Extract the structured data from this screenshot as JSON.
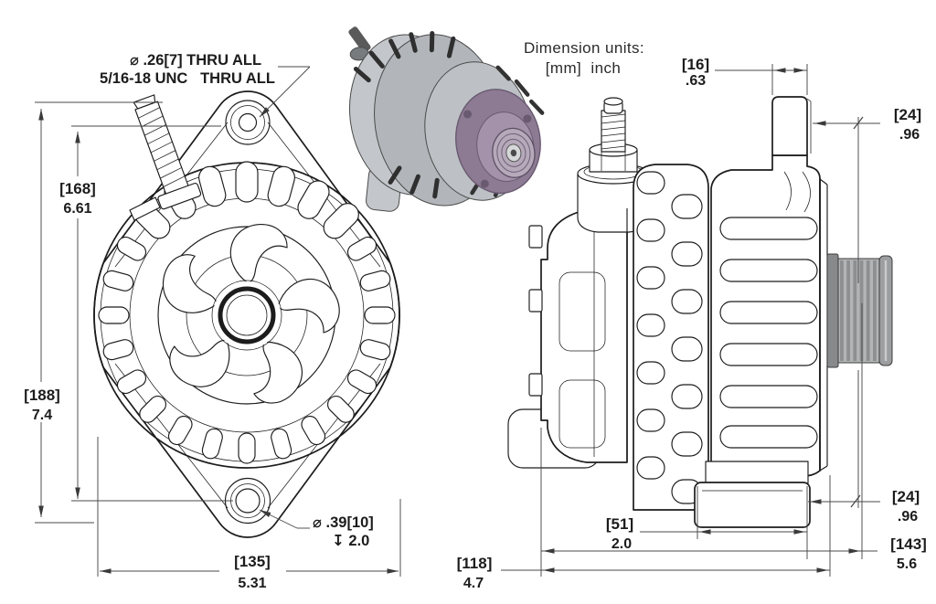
{
  "notes": {
    "units_title": "Dimension units:",
    "units_value": "[mm]  inch",
    "top_hole_spec_1": "⌀ .26[7] THRU ALL",
    "top_hole_spec_2": "5/16-18 UNC   THRU ALL",
    "bottom_hole_spec_1": "⌀ .39[10]",
    "bottom_hole_spec_2": "↧ 2.0"
  },
  "dimensions": {
    "front_height_overall": {
      "mm": "[188]",
      "inch": "7.4"
    },
    "front_hole_span": {
      "mm": "[168]",
      "inch": "6.61"
    },
    "front_width": {
      "mm": "[135]",
      "inch": "5.31"
    },
    "ear_width": {
      "mm": "[16]",
      "inch": ".63"
    },
    "ear_to_belt": {
      "mm": "[24]",
      "inch": ".96"
    },
    "face_to_belt": {
      "mm": "[24]",
      "inch": ".96"
    },
    "depth_overall": {
      "mm": "[143]",
      "inch": "5.6"
    },
    "foot_width": {
      "mm": "[51]",
      "inch": "2.0"
    },
    "body_depth": {
      "mm": "[118]",
      "inch": "4.7"
    }
  },
  "colors": {
    "paper": "#ffffff",
    "ink": "#1c1c1c",
    "dim": "#4a4a4a",
    "render_metal": "#c3c7cb",
    "render_metal_dark": "#b2b6ba",
    "render_accent": "#8d7b94",
    "render_accent_dark": "#695a70",
    "pulley": "#b2b4b6",
    "pulley_dark": "#87898b"
  }
}
